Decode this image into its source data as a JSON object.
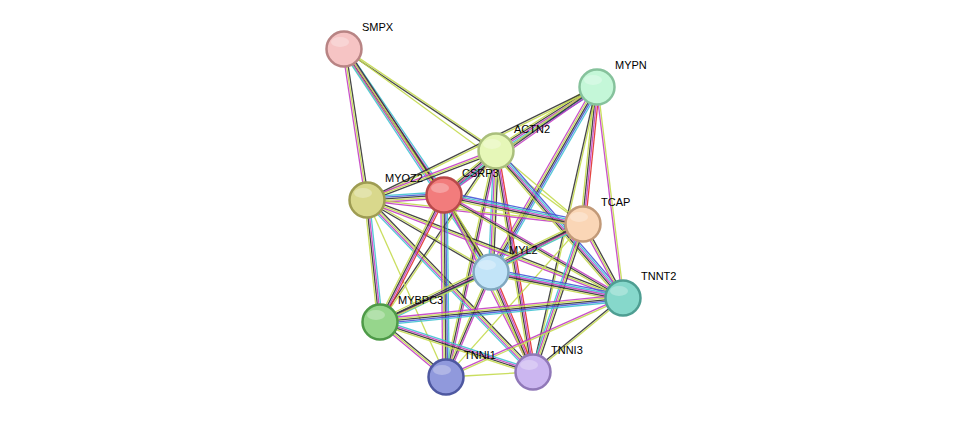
{
  "diagram": {
    "nodes": [
      {
        "text": [
          "SMPX"
        ]
      },
      {
        "text": [
          "MYPN"
        ]
      },
      {
        "text": [
          "ACTN2"
        ]
      },
      {
        "text": [
          "MYOZ2"
        ]
      },
      {
        "text": [
          "CSRP3"
        ]
      },
      {
        "text": [
          "TCAP"
        ]
      },
      {
        "text": [
          "MYL2"
        ]
      },
      {
        "text": [
          "TNNT2"
        ]
      },
      {
        "text": [
          "MYBPC3"
        ]
      },
      {
        "text": [
          "TNNI1"
        ]
      },
      {
        "text": [
          "TNNI3"
        ]
      }
    ],
    "edges": [
      {
        "from": 0,
        "to": 2,
        "arrow": "none"
      },
      {
        "from": 0,
        "to": 3,
        "arrow": "none"
      },
      {
        "from": 0,
        "to": 4,
        "arrow": "none"
      },
      {
        "from": 0,
        "to": 5,
        "arrow": "none"
      },
      {
        "from": 0,
        "to": 6,
        "arrow": "none"
      },
      {
        "from": 1,
        "to": 2,
        "arrow": "none"
      },
      {
        "from": 1,
        "to": 3,
        "arrow": "none"
      },
      {
        "from": 1,
        "to": 4,
        "arrow": "none"
      },
      {
        "from": 1,
        "to": 5,
        "arrow": "none"
      },
      {
        "from": 1,
        "to": 6,
        "arrow": "none"
      },
      {
        "from": 1,
        "to": 7,
        "arrow": "none"
      },
      {
        "from": 1,
        "to": 10,
        "arrow": "none"
      },
      {
        "from": 2,
        "to": 3,
        "arrow": "none"
      },
      {
        "from": 2,
        "to": 4,
        "arrow": "none"
      },
      {
        "from": 2,
        "to": 5,
        "arrow": "none"
      },
      {
        "from": 2,
        "to": 6,
        "arrow": "none"
      },
      {
        "from": 2,
        "to": 7,
        "arrow": "none"
      },
      {
        "from": 2,
        "to": 8,
        "arrow": "none"
      },
      {
        "from": 2,
        "to": 9,
        "arrow": "none"
      },
      {
        "from": 2,
        "to": 10,
        "arrow": "none"
      },
      {
        "from": 3,
        "to": 4,
        "arrow": "none"
      },
      {
        "from": 3,
        "to": 5,
        "arrow": "none"
      },
      {
        "from": 3,
        "to": 6,
        "arrow": "none"
      },
      {
        "from": 3,
        "to": 7,
        "arrow": "none"
      },
      {
        "from": 3,
        "to": 8,
        "arrow": "none"
      },
      {
        "from": 3,
        "to": 9,
        "arrow": "none"
      },
      {
        "from": 3,
        "to": 10,
        "arrow": "none"
      },
      {
        "from": 4,
        "to": 5,
        "arrow": "none"
      },
      {
        "from": 4,
        "to": 6,
        "arrow": "none"
      },
      {
        "from": 4,
        "to": 7,
        "arrow": "none"
      },
      {
        "from": 4,
        "to": 8,
        "arrow": "none"
      },
      {
        "from": 4,
        "to": 9,
        "arrow": "none"
      },
      {
        "from": 4,
        "to": 10,
        "arrow": "none"
      },
      {
        "from": 5,
        "to": 6,
        "arrow": "none"
      },
      {
        "from": 5,
        "to": 7,
        "arrow": "none"
      },
      {
        "from": 5,
        "to": 8,
        "arrow": "none"
      },
      {
        "from": 5,
        "to": 9,
        "arrow": "none"
      },
      {
        "from": 5,
        "to": 10,
        "arrow": "none"
      },
      {
        "from": 6,
        "to": 7,
        "arrow": "none"
      },
      {
        "from": 6,
        "to": 8,
        "arrow": "none"
      },
      {
        "from": 6,
        "to": 9,
        "arrow": "none"
      },
      {
        "from": 6,
        "to": 10,
        "arrow": "none"
      },
      {
        "from": 7,
        "to": 8,
        "arrow": "none"
      },
      {
        "from": 7,
        "to": 9,
        "arrow": "none"
      },
      {
        "from": 7,
        "to": 10,
        "arrow": "none"
      },
      {
        "from": 8,
        "to": 9,
        "arrow": "none"
      },
      {
        "from": 8,
        "to": 10,
        "arrow": "none"
      },
      {
        "from": 9,
        "to": 10,
        "arrow": "none"
      }
    ]
  }
}
